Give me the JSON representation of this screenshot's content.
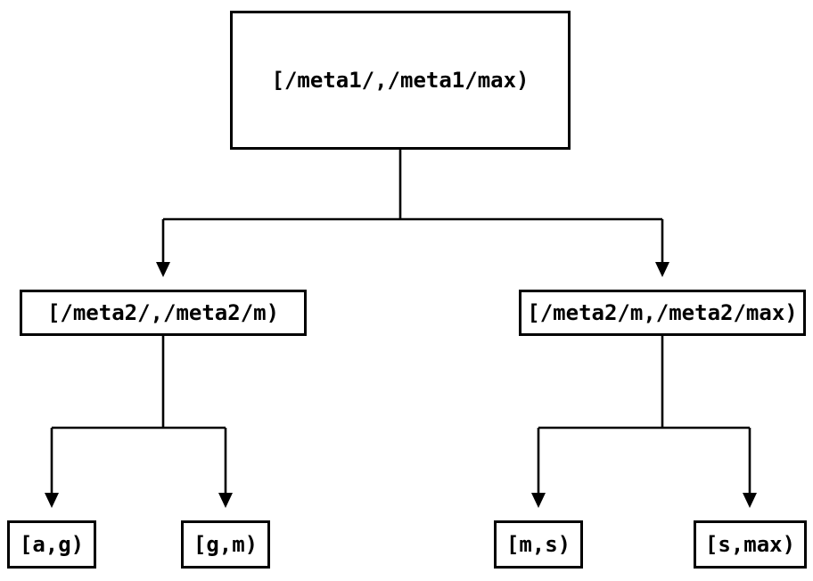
{
  "diagram": {
    "type": "tree",
    "background_color": "#ffffff",
    "line_color": "#000000",
    "box_border_color": "#000000",
    "text_color": "#000000",
    "nodes": {
      "root": {
        "label": "[/meta1/,/meta1/max)"
      },
      "meta2_low": {
        "label": "[/meta2/,/meta2/m)"
      },
      "meta2_high": {
        "label": "[/meta2/m,/meta2/max)"
      },
      "leaf_a_g": {
        "label": "[a,g)"
      },
      "leaf_g_m": {
        "label": "[g,m)"
      },
      "leaf_m_s": {
        "label": "[m,s)"
      },
      "leaf_s_max": {
        "label": "[s,max)"
      }
    },
    "edges": [
      {
        "from": "root",
        "to": "meta2_low"
      },
      {
        "from": "root",
        "to": "meta2_high"
      },
      {
        "from": "meta2_low",
        "to": "leaf_a_g"
      },
      {
        "from": "meta2_low",
        "to": "leaf_g_m"
      },
      {
        "from": "meta2_high",
        "to": "leaf_m_s"
      },
      {
        "from": "meta2_high",
        "to": "leaf_s_max"
      }
    ]
  }
}
